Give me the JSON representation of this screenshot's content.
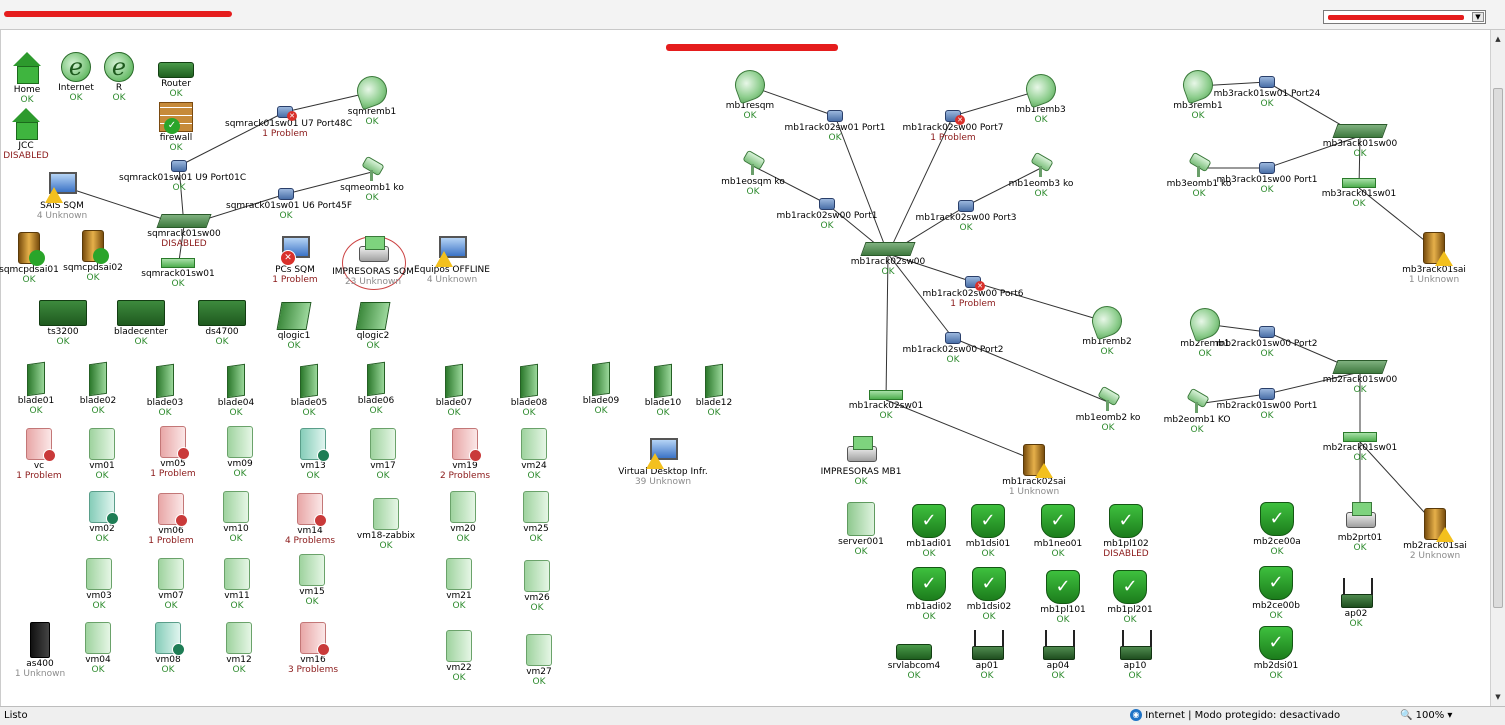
{
  "status_bar": {
    "left": "Listo",
    "zone": "Internet | Modo protegido: desactivado",
    "zoom": "100%"
  },
  "nodes": [
    {
      "id": "home",
      "label": "Home",
      "status": "OK",
      "s": "ok",
      "icon": "house"
    },
    {
      "id": "internet",
      "label": "Internet",
      "status": "OK",
      "s": "ok",
      "icon": "ie"
    },
    {
      "id": "r",
      "label": "R",
      "status": "OK",
      "s": "ok",
      "icon": "ie"
    },
    {
      "id": "router",
      "label": "Router",
      "status": "OK",
      "s": "ok",
      "icon": "router"
    },
    {
      "id": "firewall",
      "label": "firewall",
      "status": "OK",
      "s": "ok",
      "icon": "fw"
    },
    {
      "id": "jcc",
      "label": "JCC",
      "status": "DISABLED",
      "s": "pr",
      "icon": "house"
    },
    {
      "id": "sais",
      "label": "SAIS SQM",
      "status": "4 Unknown",
      "s": "un",
      "icon": "pcwarn"
    },
    {
      "id": "u7",
      "label": "sqmrack01sw01 U7 Port48C",
      "status": "1 Problem",
      "s": "pr",
      "icon": "portbad"
    },
    {
      "id": "remb1",
      "label": "sqmremb1",
      "status": "OK",
      "s": "ok",
      "icon": "dish"
    },
    {
      "id": "u9",
      "label": "sqmrack01sw01 U9 Port01C",
      "status": "OK",
      "s": "ok",
      "icon": "port"
    },
    {
      "id": "u6",
      "label": "sqmrack01sw01 U6 Port45F",
      "status": "OK",
      "s": "ok",
      "icon": "port"
    },
    {
      "id": "eomb1",
      "label": "sqmeomb1 ko",
      "status": "OK",
      "s": "ok",
      "icon": "cam"
    },
    {
      "id": "sw00",
      "label": "sqmrack01sw00",
      "status": "DISABLED",
      "s": "pr",
      "icon": "sw"
    },
    {
      "id": "sw01",
      "label": "sqmrack01sw01",
      "status": "OK",
      "s": "ok",
      "icon": "swsm"
    },
    {
      "id": "pdsai01",
      "label": "sqmcpdsai01",
      "status": "OK",
      "s": "ok",
      "icon": "upsg"
    },
    {
      "id": "pdsai02",
      "label": "sqmcpdsai02",
      "status": "OK",
      "s": "ok",
      "icon": "upsg"
    },
    {
      "id": "pcs",
      "label": "PCs SQM",
      "status": "1 Problem",
      "s": "pr",
      "icon": "pcbad"
    },
    {
      "id": "impr",
      "label": "IMPRESORAS SQM",
      "status": "23 Unknown",
      "s": "un",
      "icon": "printer"
    },
    {
      "id": "eqoff",
      "label": "Equipos OFFLINE",
      "status": "4 Unknown",
      "s": "un",
      "icon": "pcwarn"
    },
    {
      "id": "ts3200",
      "label": "ts3200",
      "status": "OK",
      "s": "ok",
      "icon": "rack"
    },
    {
      "id": "bladecenter",
      "label": "bladecenter",
      "status": "OK",
      "s": "ok",
      "icon": "rack"
    },
    {
      "id": "ds4700",
      "label": "ds4700",
      "status": "OK",
      "s": "ok",
      "icon": "rack"
    },
    {
      "id": "qlogic1",
      "label": "qlogic1",
      "status": "OK",
      "s": "ok",
      "icon": "qlogic"
    },
    {
      "id": "qlogic2",
      "label": "qlogic2",
      "status": "OK",
      "s": "ok",
      "icon": "qlogic"
    },
    {
      "id": "blade01",
      "label": "blade01",
      "status": "OK",
      "s": "ok",
      "icon": "blade"
    },
    {
      "id": "blade02",
      "label": "blade02",
      "status": "OK",
      "s": "ok",
      "icon": "blade"
    },
    {
      "id": "blade03",
      "label": "blade03",
      "status": "OK",
      "s": "ok",
      "icon": "blade"
    },
    {
      "id": "blade04",
      "label": "blade04",
      "status": "OK",
      "s": "ok",
      "icon": "blade"
    },
    {
      "id": "blade05",
      "label": "blade05",
      "status": "OK",
      "s": "ok",
      "icon": "blade"
    },
    {
      "id": "blade06",
      "label": "blade06",
      "status": "OK",
      "s": "ok",
      "icon": "blade"
    },
    {
      "id": "blade07",
      "label": "blade07",
      "status": "OK",
      "s": "ok",
      "icon": "blade"
    },
    {
      "id": "blade08",
      "label": "blade08",
      "status": "OK",
      "s": "ok",
      "icon": "blade"
    },
    {
      "id": "blade09",
      "label": "blade09",
      "status": "OK",
      "s": "ok",
      "icon": "blade"
    },
    {
      "id": "blade10",
      "label": "blade10",
      "status": "OK",
      "s": "ok",
      "icon": "blade"
    },
    {
      "id": "blade12",
      "label": "blade12",
      "status": "OK",
      "s": "ok",
      "icon": "blade"
    },
    {
      "id": "vc",
      "label": "vc",
      "status": "1 Problem",
      "s": "pr",
      "icon": "vmred"
    },
    {
      "id": "vm01",
      "label": "vm01",
      "status": "OK",
      "s": "ok",
      "icon": "vm"
    },
    {
      "id": "vm05",
      "label": "vm05",
      "status": "1 Problem",
      "s": "pr",
      "icon": "vmred"
    },
    {
      "id": "vm09",
      "label": "vm09",
      "status": "OK",
      "s": "ok",
      "icon": "vm"
    },
    {
      "id": "vm13",
      "label": "vm13",
      "status": "OK",
      "s": "ok",
      "icon": "vmtq"
    },
    {
      "id": "vm17",
      "label": "vm17",
      "status": "OK",
      "s": "ok",
      "icon": "vm"
    },
    {
      "id": "vm19",
      "label": "vm19",
      "status": "2 Problems",
      "s": "pr",
      "icon": "vmred"
    },
    {
      "id": "vm24",
      "label": "vm24",
      "status": "OK",
      "s": "ok",
      "icon": "vm"
    },
    {
      "id": "vdi",
      "label": "Virtual Desktop Infr.",
      "status": "39 Unknown",
      "s": "un",
      "icon": "pcwarn"
    },
    {
      "id": "vm02",
      "label": "vm02",
      "status": "OK",
      "s": "ok",
      "icon": "vmtq"
    },
    {
      "id": "vm06",
      "label": "vm06",
      "status": "1 Problem",
      "s": "pr",
      "icon": "vmred"
    },
    {
      "id": "vm10",
      "label": "vm10",
      "status": "OK",
      "s": "ok",
      "icon": "vm"
    },
    {
      "id": "vm14",
      "label": "vm14",
      "status": "4 Problems",
      "s": "pr",
      "icon": "vmred"
    },
    {
      "id": "vm18",
      "label": "vm18-zabbix",
      "status": "OK",
      "s": "ok",
      "icon": "vm"
    },
    {
      "id": "vm20",
      "label": "vm20",
      "status": "OK",
      "s": "ok",
      "icon": "vm"
    },
    {
      "id": "vm25",
      "label": "vm25",
      "status": "OK",
      "s": "ok",
      "icon": "vm"
    },
    {
      "id": "vm03",
      "label": "vm03",
      "status": "OK",
      "s": "ok",
      "icon": "vm"
    },
    {
      "id": "vm07",
      "label": "vm07",
      "status": "OK",
      "s": "ok",
      "icon": "vm"
    },
    {
      "id": "vm11",
      "label": "vm11",
      "status": "OK",
      "s": "ok",
      "icon": "vm"
    },
    {
      "id": "vm15",
      "label": "vm15",
      "status": "OK",
      "s": "ok",
      "icon": "vm"
    },
    {
      "id": "vm21",
      "label": "vm21",
      "status": "OK",
      "s": "ok",
      "icon": "vm"
    },
    {
      "id": "vm26",
      "label": "vm26",
      "status": "OK",
      "s": "ok",
      "icon": "vm"
    },
    {
      "id": "as400",
      "label": "as400",
      "status": "1 Unknown",
      "s": "un",
      "icon": "tower"
    },
    {
      "id": "vm04",
      "label": "vm04",
      "status": "OK",
      "s": "ok",
      "icon": "vm"
    },
    {
      "id": "vm08",
      "label": "vm08",
      "status": "OK",
      "s": "ok",
      "icon": "vmtq"
    },
    {
      "id": "vm12",
      "label": "vm12",
      "status": "OK",
      "s": "ok",
      "icon": "vm"
    },
    {
      "id": "vm16",
      "label": "vm16",
      "status": "3 Problems",
      "s": "pr",
      "icon": "vmred"
    },
    {
      "id": "vm22",
      "label": "vm22",
      "status": "OK",
      "s": "ok",
      "icon": "vm"
    },
    {
      "id": "vm27",
      "label": "vm27",
      "status": "OK",
      "s": "ok",
      "icon": "vm"
    },
    {
      "id": "mb1resqm",
      "label": "mb1resqm",
      "status": "OK",
      "s": "ok",
      "icon": "dish"
    },
    {
      "id": "mb1p1",
      "label": "mb1rack02sw01 Port1",
      "status": "OK",
      "s": "ok",
      "icon": "port"
    },
    {
      "id": "mb1p7",
      "label": "mb1rack02sw00 Port7",
      "status": "1 Problem",
      "s": "pr",
      "icon": "portbad"
    },
    {
      "id": "mb1remb3",
      "label": "mb1remb3",
      "status": "OK",
      "s": "ok",
      "icon": "dish"
    },
    {
      "id": "mb1eosqm",
      "label": "mb1eosqm ko",
      "status": "OK",
      "s": "ok",
      "icon": "cam"
    },
    {
      "id": "mb1eomb3",
      "label": "mb1eomb3 ko",
      "status": "OK",
      "s": "ok",
      "icon": "cam"
    },
    {
      "id": "mb1p1b",
      "label": "mb1rack02sw00 Port1",
      "status": "OK",
      "s": "ok",
      "icon": "port"
    },
    {
      "id": "mb1p3",
      "label": "mb1rack02sw00 Port3",
      "status": "OK",
      "s": "ok",
      "icon": "port"
    },
    {
      "id": "mb1sw00",
      "label": "mb1rack02sw00",
      "status": "OK",
      "s": "ok",
      "icon": "sw"
    },
    {
      "id": "mb1p6",
      "label": "mb1rack02sw00 Port6",
      "status": "1 Problem",
      "s": "pr",
      "icon": "portbad"
    },
    {
      "id": "mb1remb2",
      "label": "mb1remb2",
      "status": "OK",
      "s": "ok",
      "icon": "dish"
    },
    {
      "id": "mb1p2",
      "label": "mb1rack02sw00 Port2",
      "status": "OK",
      "s": "ok",
      "icon": "port"
    },
    {
      "id": "mb1sw01",
      "label": "mb1rack02sw01",
      "status": "OK",
      "s": "ok",
      "icon": "swsm"
    },
    {
      "id": "mb1eomb2",
      "label": "mb1eomb2 ko",
      "status": "OK",
      "s": "ok",
      "icon": "cam"
    },
    {
      "id": "imprmb1",
      "label": "IMPRESORAS MB1",
      "status": "OK",
      "s": "ok",
      "icon": "printer"
    },
    {
      "id": "mb1sai",
      "label": "mb1rack02sai",
      "status": "1 Unknown",
      "s": "un",
      "icon": "ups"
    },
    {
      "id": "server001",
      "label": "server001",
      "status": "OK",
      "s": "ok",
      "icon": "srv"
    },
    {
      "id": "mb1adi01",
      "label": "mb1adi01",
      "status": "OK",
      "s": "ok",
      "icon": "shield"
    },
    {
      "id": "mb1dsi01",
      "label": "mb1dsi01",
      "status": "OK",
      "s": "ok",
      "icon": "shield"
    },
    {
      "id": "mb1neo01",
      "label": "mb1neo01",
      "status": "OK",
      "s": "ok",
      "icon": "shield"
    },
    {
      "id": "mb1pl102",
      "label": "mb1pl102",
      "status": "DISABLED",
      "s": "pr",
      "icon": "shield"
    },
    {
      "id": "mb1adi02",
      "label": "mb1adi02",
      "status": "OK",
      "s": "ok",
      "icon": "shield"
    },
    {
      "id": "mb1dsi02",
      "label": "mb1dsi02",
      "status": "OK",
      "s": "ok",
      "icon": "shield"
    },
    {
      "id": "mb1pl101",
      "label": "mb1pl101",
      "status": "OK",
      "s": "ok",
      "icon": "shield"
    },
    {
      "id": "mb1pl201",
      "label": "mb1pl201",
      "status": "OK",
      "s": "ok",
      "icon": "shield"
    },
    {
      "id": "srvlabcom4",
      "label": "srvlabcom4",
      "status": "OK",
      "s": "ok",
      "icon": "router"
    },
    {
      "id": "ap01",
      "label": "ap01",
      "status": "OK",
      "s": "ok",
      "icon": "ap"
    },
    {
      "id": "ap04",
      "label": "ap04",
      "status": "OK",
      "s": "ok",
      "icon": "ap"
    },
    {
      "id": "ap10",
      "label": "ap10",
      "status": "OK",
      "s": "ok",
      "icon": "ap"
    },
    {
      "id": "mb3remb1",
      "label": "mb3remb1",
      "status": "OK",
      "s": "ok",
      "icon": "dish"
    },
    {
      "id": "mb3p24",
      "label": "mb3rack01sw01 Port24",
      "status": "OK",
      "s": "ok",
      "icon": "port"
    },
    {
      "id": "mb3sw00",
      "label": "mb3rack01sw00",
      "status": "OK",
      "s": "ok",
      "icon": "sw"
    },
    {
      "id": "mb3p1",
      "label": "mb3rack01sw00 Port1",
      "status": "OK",
      "s": "ok",
      "icon": "port"
    },
    {
      "id": "mb3eomb1",
      "label": "mb3eomb1 ko",
      "status": "OK",
      "s": "ok",
      "icon": "cam"
    },
    {
      "id": "mb3sw01",
      "label": "mb3rack01sw01",
      "status": "OK",
      "s": "ok",
      "icon": "swsm"
    },
    {
      "id": "mb3sai",
      "label": "mb3rack01sai",
      "status": "1 Unknown",
      "s": "un",
      "icon": "ups"
    },
    {
      "id": "mb2remb1",
      "label": "mb2remb1",
      "status": "OK",
      "s": "ok",
      "icon": "dish"
    },
    {
      "id": "mb2p2",
      "label": "mb2rack01sw00 Port2",
      "status": "OK",
      "s": "ok",
      "icon": "port"
    },
    {
      "id": "mb2sw00",
      "label": "mb2rack01sw00",
      "status": "OK",
      "s": "ok",
      "icon": "sw"
    },
    {
      "id": "mb2p1",
      "label": "mb2rack01sw00 Port1",
      "status": "OK",
      "s": "ok",
      "icon": "port"
    },
    {
      "id": "mb2eomb1",
      "label": "mb2eomb1 KO",
      "status": "OK",
      "s": "ok",
      "icon": "cam"
    },
    {
      "id": "mb2sw01",
      "label": "mb2rack01sw01",
      "status": "OK",
      "s": "ok",
      "icon": "swsm"
    },
    {
      "id": "mb2ce00a",
      "label": "mb2ce00a",
      "status": "OK",
      "s": "ok",
      "icon": "shield"
    },
    {
      "id": "mb2prt01",
      "label": "mb2prt01",
      "status": "OK",
      "s": "ok",
      "icon": "printer"
    },
    {
      "id": "mb2sai",
      "label": "mb2rack01sai",
      "status": "2 Unknown",
      "s": "un",
      "icon": "ups"
    },
    {
      "id": "mb2ce00b",
      "label": "mb2ce00b",
      "status": "OK",
      "s": "ok",
      "icon": "shield"
    },
    {
      "id": "ap02",
      "label": "ap02",
      "status": "OK",
      "s": "ok",
      "icon": "ap"
    },
    {
      "id": "mb2dsi01",
      "label": "mb2dsi01",
      "status": "OK",
      "s": "ok",
      "icon": "shield"
    }
  ]
}
